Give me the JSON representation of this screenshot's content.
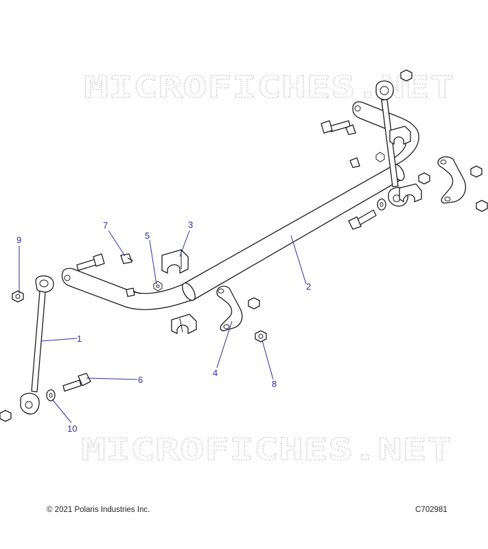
{
  "watermark": {
    "top_text": "MICROFICHES.NET",
    "bottom_text": "MICROFICHES.NET"
  },
  "callouts": {
    "c1": "1",
    "c2": "2",
    "c3": "3",
    "c4": "4",
    "c5": "5",
    "c6": "6",
    "c7": "7",
    "c8": "8",
    "c9": "9",
    "c10": "10"
  },
  "footer": {
    "copyright": "© 2021 Polaris Industries Inc.",
    "code": "C702981"
  },
  "colors": {
    "callout": "#2c2c9e",
    "line": "#1a1a1a",
    "watermark": "#c9c9c9"
  }
}
